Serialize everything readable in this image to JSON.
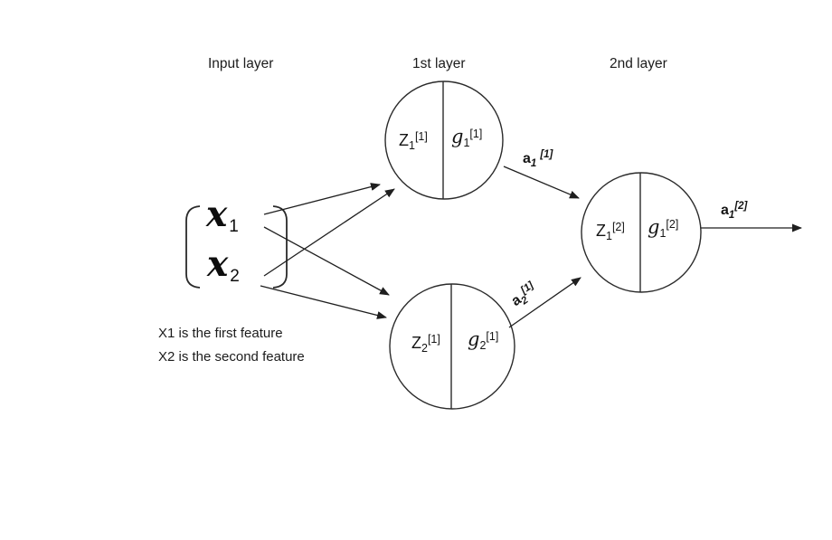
{
  "colors": {
    "ink": "#262626",
    "background": "#ffffff"
  },
  "layer_labels": {
    "input": "Input layer",
    "first": "1st layer",
    "second": "2nd layer"
  },
  "inputs": {
    "x1": {
      "base": "x",
      "sub": "1"
    },
    "x2": {
      "base": "x",
      "sub": "2"
    }
  },
  "neurons": {
    "z1_1": {
      "base": "Z",
      "sub": "1",
      "sup": "[1]"
    },
    "g1_1": {
      "base": "g",
      "sub": "1",
      "sup": "[1]"
    },
    "z2_1": {
      "base": "Z",
      "sub": "2",
      "sup": "[1]"
    },
    "g2_1": {
      "base": "g",
      "sub": "2",
      "sup": "[1]"
    },
    "z1_2": {
      "base": "Z",
      "sub": "1",
      "sup": "[2]"
    },
    "g1_2": {
      "base": "g",
      "sub": "1",
      "sup": "[2]"
    }
  },
  "activations": {
    "a1_1": {
      "base": "a",
      "sub": "1",
      "sup": "[1]"
    },
    "a2_1": {
      "base": "a",
      "sub": "2",
      "sup": "[1]"
    },
    "a1_2": {
      "base": "a",
      "sub": "1",
      "sup": "[2]"
    }
  },
  "notes": {
    "line1": "X1 is the first feature",
    "line2": "X2 is the second feature"
  }
}
